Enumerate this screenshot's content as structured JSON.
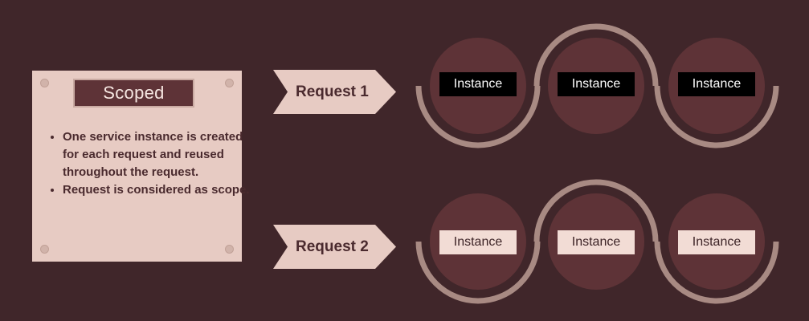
{
  "card": {
    "title": "Scoped",
    "bullets": [
      "One service instance is created for each request and reused throughout the request.",
      "Request is considered as scope."
    ]
  },
  "rows": [
    {
      "request_label": "Request 1",
      "instances": [
        "Instance",
        "Instance",
        "Instance"
      ],
      "label_style": "dark"
    },
    {
      "request_label": "Request 2",
      "instances": [
        "Instance",
        "Instance",
        "Instance"
      ],
      "label_style": "light"
    }
  ],
  "colors": {
    "background": "#40262a",
    "card": "#e7cbc3",
    "circle": "#5e3337",
    "ring": "#a88a83"
  }
}
